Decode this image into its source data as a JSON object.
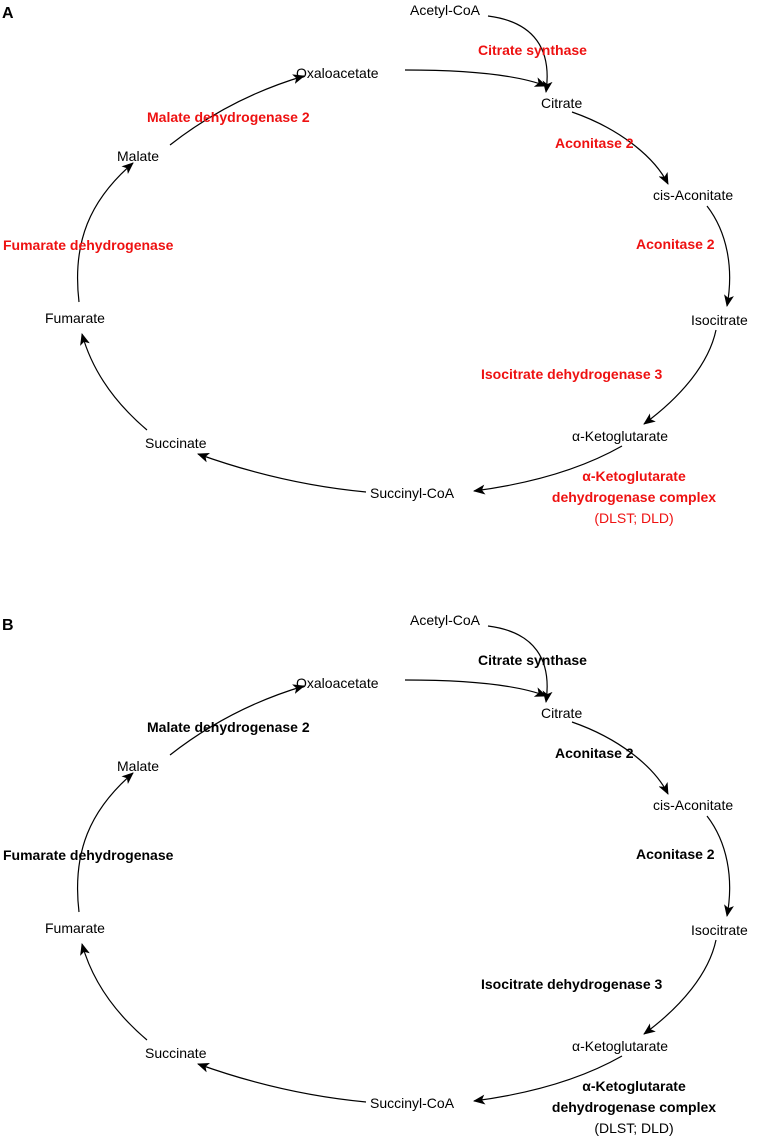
{
  "colors": {
    "highlight": "#ee1111",
    "plain": "#000000"
  },
  "panels": [
    {
      "letter": "A",
      "enzyme_color": "#ee1111",
      "metabolites": {
        "acetyl_coa": "Acetyl-CoA",
        "oxaloacetate": "Oxaloacetate",
        "citrate": "Citrate",
        "cis_aconitate": "cis-Aconitate",
        "isocitrate": "Isocitrate",
        "alpha_ketoglutarate": "α-Ketoglutarate",
        "succinyl_coa": "Succinyl-CoA",
        "succinate": "Succinate",
        "fumarate": "Fumarate",
        "malate": "Malate"
      },
      "enzymes": {
        "citrate_synthase": "Citrate synthase",
        "aconitase_1": "Aconitase 2",
        "aconitase_2": "Aconitase 2",
        "isocitrate_dh": "Isocitrate dehydrogenase 3",
        "akg_dh_line1": "α-Ketoglutarate",
        "akg_dh_line2": "dehydrogenase complex",
        "akg_dh_line3": "(DLST; DLD)",
        "fumarate_dh": "Fumarate dehydrogenase",
        "malate_dh": "Malate dehydrogenase 2"
      }
    },
    {
      "letter": "B",
      "enzyme_color": "#000000",
      "metabolites": {
        "acetyl_coa": "Acetyl-CoA",
        "oxaloacetate": "Oxaloacetate",
        "citrate": "Citrate",
        "cis_aconitate": "cis-Aconitate",
        "isocitrate": "Isocitrate",
        "alpha_ketoglutarate": "α-Ketoglutarate",
        "succinyl_coa": "Succinyl-CoA",
        "succinate": "Succinate",
        "fumarate": "Fumarate",
        "malate": "Malate"
      },
      "enzymes": {
        "citrate_synthase": "Citrate synthase",
        "aconitase_1": "Aconitase 2",
        "aconitase_2": "Aconitase 2",
        "isocitrate_dh": "Isocitrate dehydrogenase 3",
        "akg_dh_line1": "α-Ketoglutarate",
        "akg_dh_line2": "dehydrogenase complex",
        "akg_dh_line3": "(DLST; DLD)",
        "fumarate_dh": "Fumarate dehydrogenase",
        "malate_dh": "Malate dehydrogenase 2"
      }
    }
  ]
}
